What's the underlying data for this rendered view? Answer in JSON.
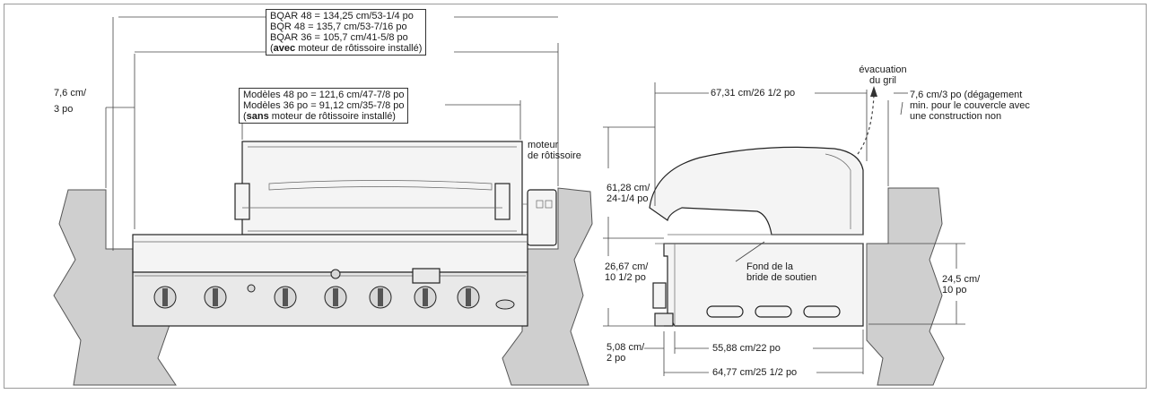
{
  "front": {
    "boqar": {
      "line1": "BQAR 48 = 134,25 cm/53-1/4 po",
      "line2": "BQR 48 = 135,7 cm/53-7/16 po",
      "line3": "BQAR 36 = 105,7 cm/41-5/8 po",
      "line4_bold": "avec",
      "line4_rest": " moteur de rôtissoire installé)"
    },
    "models": {
      "line1": "Modèles 48 po = 121,6 cm/47-7/8 po",
      "line2": "Modèles 36 po = 91,12 cm/35-7/8 po",
      "line3_bold": "sans",
      "line3_rest": " moteur de rôtissoire installé)"
    },
    "side_gap": {
      "line1": "7,6 cm/",
      "line2": "3 po"
    },
    "rotisserie": {
      "line1": "moteur",
      "line2": "de rôtissoire"
    }
  },
  "side": {
    "exhaust": {
      "line1": "évacuation",
      "line2": "du gril"
    },
    "depth_top": "67,31 cm/26 1/2 po",
    "clearance": {
      "line1": "7,6 cm/3 po (dégagement",
      "line2": "min. pour le couvercle avec",
      "line3": "une construction non"
    },
    "height_total": {
      "line1": "61,28 cm/",
      "line2": "24-1/4 po"
    },
    "height_base": {
      "line1": "26,67 cm/",
      "line2": "10 1/2 po"
    },
    "flange": {
      "line1": "Fond de la",
      "line2": "bride de soutien"
    },
    "cutout_height": {
      "line1": "24,5 cm/",
      "line2": "10 po"
    },
    "bottom_gap": {
      "line1": "5,08 cm/",
      "line2": "2 po"
    },
    "depth_base": "55,88 cm/22 po",
    "depth_full": "64,77 cm/25 1/2 po"
  }
}
